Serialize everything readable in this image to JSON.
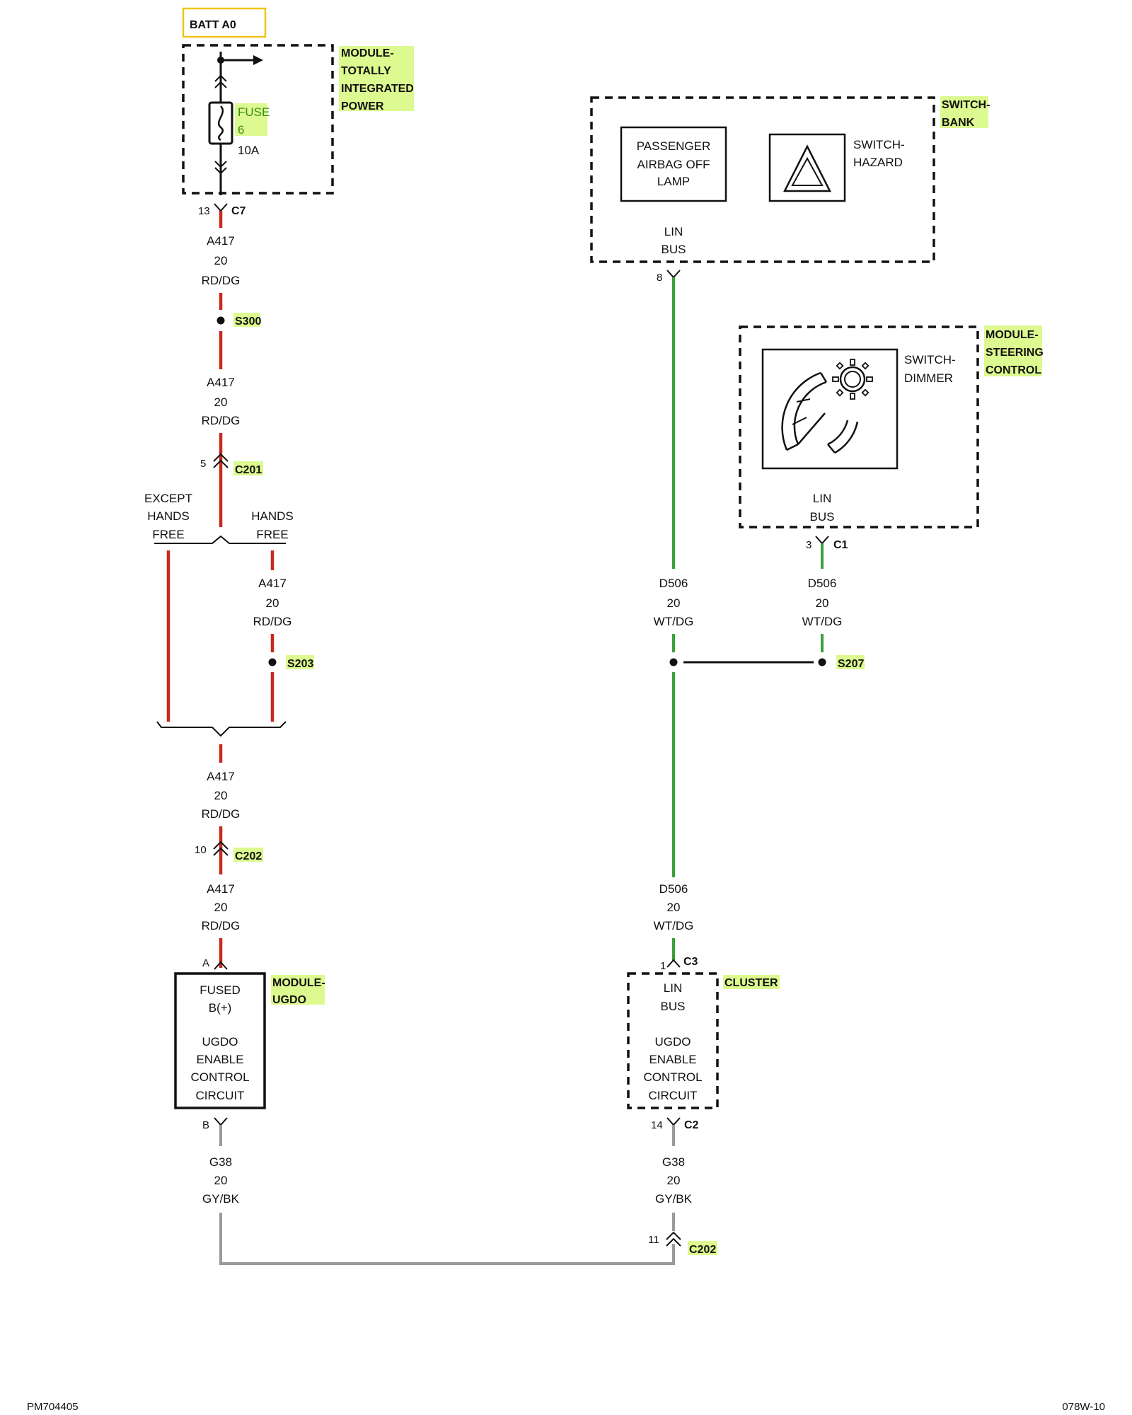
{
  "power": {
    "batt_label": "BATT A0",
    "module_lines": [
      "MODULE-",
      "TOTALLY",
      "INTEGRATED",
      "POWER"
    ],
    "fuse_name_lines": [
      "FUSE",
      "6"
    ],
    "fuse_rating": "10A",
    "connector_pin": "13",
    "connector": "C7"
  },
  "wire_a417": {
    "circuit": "A417",
    "gauge": "20",
    "color": "RD/DG"
  },
  "wire_d506": {
    "circuit": "D506",
    "gauge": "20",
    "color": "WT/DG"
  },
  "wire_g38": {
    "circuit": "G38",
    "gauge": "20",
    "color": "GY/BK"
  },
  "splices": {
    "s300": "S300",
    "s203": "S203",
    "s207": "S207"
  },
  "c201": {
    "pin": "5",
    "name": "C201"
  },
  "branch": {
    "left_lines": [
      "EXCEPT",
      "HANDS",
      "FREE"
    ],
    "right_lines": [
      "HANDS",
      "FREE"
    ]
  },
  "c202_top": {
    "pin": "10",
    "name": "C202"
  },
  "c202_bottom": {
    "pin": "11",
    "name": "C202"
  },
  "ugdo": {
    "pin_a": "A",
    "pin_b": "B",
    "label_lines": [
      "MODULE-",
      "UGDO"
    ],
    "box_lines": [
      "FUSED",
      "B(+)",
      "",
      "UGDO",
      "ENABLE",
      "CONTROL",
      "CIRCUIT"
    ]
  },
  "switch_bank": {
    "label_lines": [
      "SWITCH-",
      "BANK"
    ],
    "lamp_lines": [
      "PASSENGER",
      "AIRBAG OFF",
      "LAMP"
    ],
    "hazard_lines": [
      "SWITCH-",
      "HAZARD"
    ],
    "lin_lines": [
      "LIN",
      "BUS"
    ],
    "pin": "8"
  },
  "steering": {
    "label_lines": [
      "MODULE-",
      "STEERING",
      "CONTROL"
    ],
    "dimmer_lines": [
      "SWITCH-",
      "DIMMER"
    ],
    "lin_lines": [
      "LIN",
      "BUS"
    ],
    "pin": "3",
    "connector": "C1"
  },
  "cluster": {
    "label": "CLUSTER",
    "c3_pin": "1",
    "c3": "C3",
    "box_lines": [
      "LIN",
      "BUS",
      "",
      "UGDO",
      "ENABLE",
      "CONTROL",
      "CIRCUIT"
    ],
    "c2_pin": "14",
    "c2": "C2"
  },
  "footer": {
    "left": "PM704405",
    "right": "078W-10"
  }
}
